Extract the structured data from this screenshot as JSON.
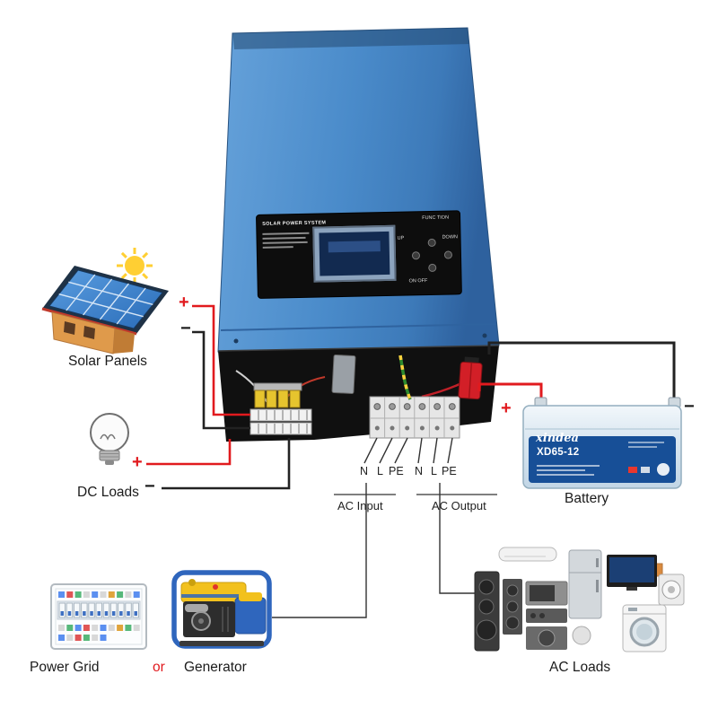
{
  "components": {
    "solar_panels": {
      "label": "Solar Panels"
    },
    "dc_loads": {
      "label": "DC Loads"
    },
    "battery": {
      "label": "Battery",
      "brand": "xindea",
      "model": "XD65-12"
    },
    "power_grid": {
      "label": "Power Grid"
    },
    "generator": {
      "label": "Generator"
    },
    "ac_loads": {
      "label": "AC Loads"
    },
    "conjunction": "or"
  },
  "inverter": {
    "panel_title": "SOLAR POWER SYSTEM",
    "buttons": {
      "up": "UP",
      "function": "FUNC TION",
      "down": "DOWN",
      "power": "ON OFF"
    }
  },
  "ports": {
    "ac_input": {
      "label": "AC Input",
      "terminals": [
        "N",
        "L",
        "PE"
      ]
    },
    "ac_output": {
      "label": "AC Output",
      "terminals": [
        "N",
        "L",
        "PE"
      ]
    }
  },
  "signs": {
    "plus": "+",
    "minus": "−"
  },
  "colors": {
    "positive_wire": "#e11a1e",
    "negative_wire": "#222222",
    "ground_wire_green": "#2e8b2e",
    "ground_wire_yellow": "#ffd23e",
    "inverter_blue": "#4688ca",
    "or_text": "#e11a1e"
  }
}
